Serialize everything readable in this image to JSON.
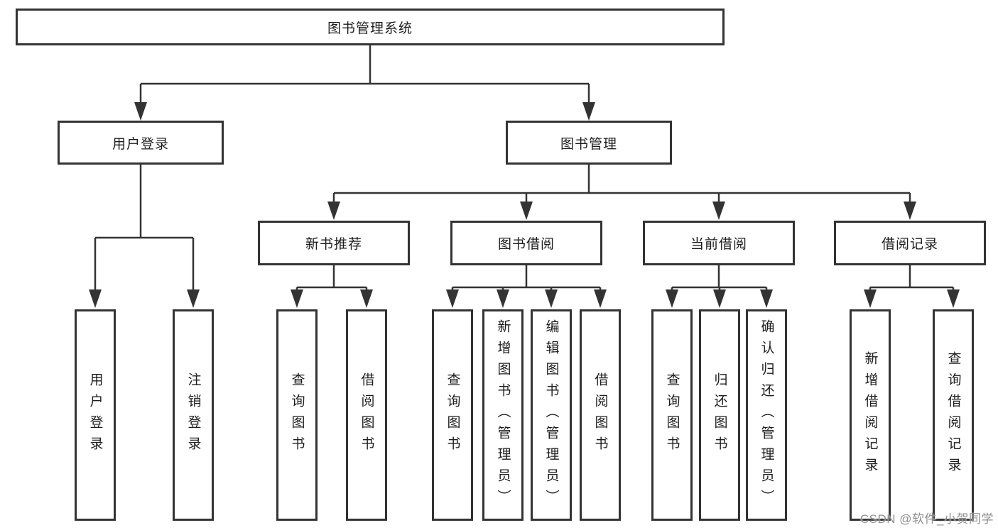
{
  "diagram": {
    "root": {
      "label": "图书管理系统"
    },
    "level1": [
      {
        "label": "用户登录"
      },
      {
        "label": "图书管理"
      }
    ],
    "level2": [
      {
        "label": "新书推荐"
      },
      {
        "label": "图书借阅"
      },
      {
        "label": "当前借阅"
      },
      {
        "label": "借阅记录"
      }
    ],
    "leaves": [
      {
        "label": "用户登录"
      },
      {
        "label": "注销登录"
      },
      {
        "label": "查询图书"
      },
      {
        "label": "借阅图书"
      },
      {
        "label": "查询图书"
      },
      {
        "label": "新增图书（管理员）"
      },
      {
        "label": "编辑图书（管理员）"
      },
      {
        "label": "借阅图书"
      },
      {
        "label": "查询图书"
      },
      {
        "label": "归还图书"
      },
      {
        "label": "确认归还（管理员）"
      },
      {
        "label": "新增借阅记录"
      },
      {
        "label": "查询借阅记录"
      }
    ],
    "watermark": "CSDN @软件_小贺同学",
    "colors": {
      "line": "#333333",
      "border": "#333333",
      "fill": "#ffffff",
      "text": "#1d1d1d",
      "watermark": "#8f8f8f"
    }
  }
}
